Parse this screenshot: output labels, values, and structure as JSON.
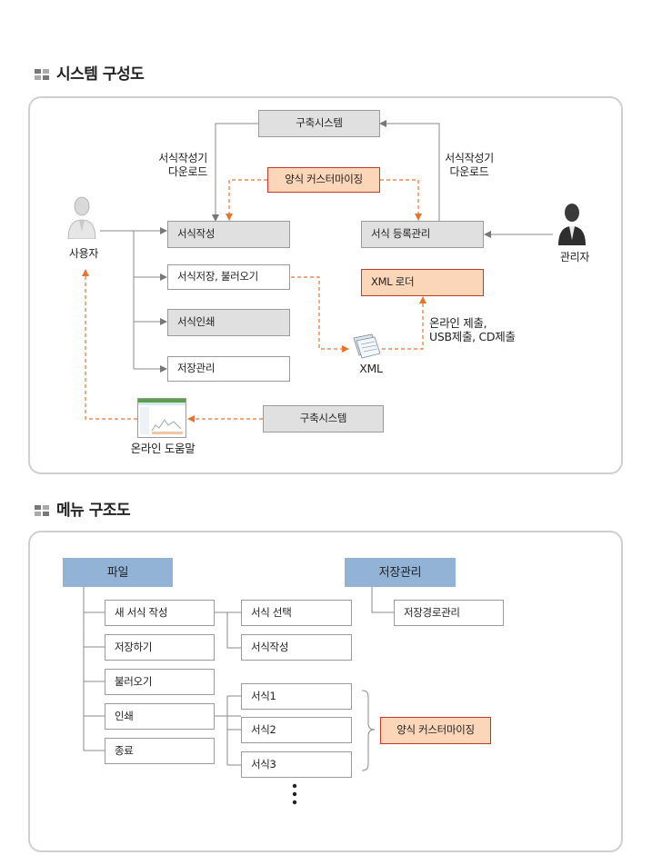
{
  "section1": {
    "title": "시스템 구성도",
    "top_system": "구축시스템",
    "download_left": [
      "서식작성기",
      "다운로드"
    ],
    "download_right": [
      "서식작성기",
      "다운로드"
    ],
    "customizing": "양식 커스터마이징",
    "user": "사용자",
    "admin": "관리자",
    "left_boxes": [
      "서식작성",
      "서식저장, 불러오기",
      "서식인쇄",
      "저장관리"
    ],
    "register": "서식 등록관리",
    "xml_loader": "XML 로더",
    "submit": [
      "온라인 제출,",
      "USB제출, CD제출"
    ],
    "xml": "XML",
    "bottom_system": "구축시스템",
    "online_help": "온라인 도움말"
  },
  "section2": {
    "title": "메뉴 구조도",
    "file": "파일",
    "storage_mgmt": "저장관리",
    "path_mgmt": "저장경로관리",
    "file_items": [
      "새 서식 작성",
      "저장하기",
      "불러오기",
      "인쇄",
      "종료"
    ],
    "new_sub": [
      "서식 선택",
      "서식작성"
    ],
    "print_sub": [
      "서식1",
      "서식2",
      "서식3"
    ],
    "customizing": "양식 커스터마이징"
  },
  "colors": {
    "orange_line": "#e8742a",
    "orange_fill": "#fcd6b8",
    "blue_fill": "#93b3d6",
    "gray_fill": "#e0e0e0"
  }
}
